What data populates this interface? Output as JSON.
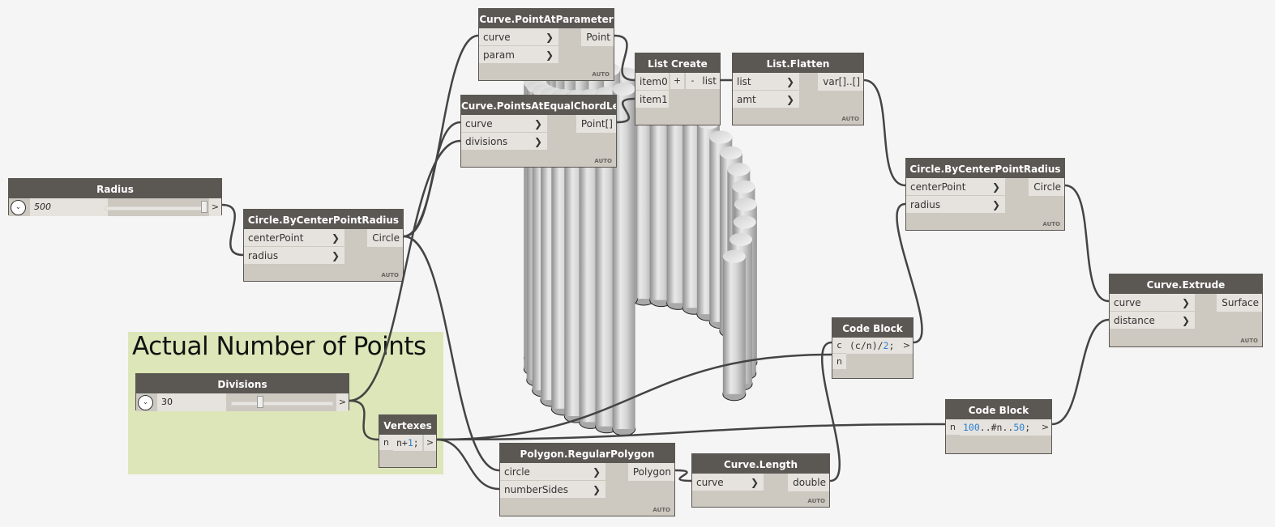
{
  "canvas": {
    "background": "#f5f5f5",
    "node_header_color": "#5b5753",
    "node_body_color": "#cdc9c1",
    "port_color": "#e6e3de",
    "wire_color": "#444444",
    "group_color": "#dde6b8",
    "code_number_color": "#2a7fd4"
  },
  "group": {
    "title": "Actual Number of Points"
  },
  "nodes": {
    "radius": {
      "title": "Radius",
      "value": "500",
      "slider_fraction": 1.0,
      "output": ">"
    },
    "circle1": {
      "title": "Circle.ByCenterPointRadius",
      "inputs": [
        "centerPoint",
        "radius"
      ],
      "output": "Circle",
      "lacing": "AUTO"
    },
    "point_at_param": {
      "title": "Curve.PointAtParameter",
      "inputs": [
        "curve",
        "param"
      ],
      "output": "Point",
      "lacing": "AUTO"
    },
    "points_chord": {
      "title": "Curve.PointsAtEqualChordLength",
      "inputs": [
        "curve",
        "divisions"
      ],
      "output": "Point[]",
      "lacing": "AUTO"
    },
    "list_create": {
      "title": "List Create",
      "inputs": [
        "item0",
        "item1"
      ],
      "add": "+",
      "remove": "-",
      "output": "list"
    },
    "list_flatten": {
      "title": "List.Flatten",
      "inputs": [
        "list",
        "amt"
      ],
      "output": "var[]..[]",
      "lacing": "AUTO"
    },
    "circle2": {
      "title": "Circle.ByCenterPointRadius",
      "inputs": [
        "centerPoint",
        "radius"
      ],
      "output": "Circle",
      "lacing": "AUTO"
    },
    "extrude": {
      "title": "Curve.Extrude",
      "inputs": [
        "curve",
        "distance"
      ],
      "output": "Surface",
      "lacing": "AUTO"
    },
    "code_radius": {
      "title": "Code Block",
      "inputs": [
        "c",
        "n"
      ],
      "code_pre": "(c/n)/",
      "code_num": "2",
      "code_post": ";",
      "output": ">"
    },
    "code_dist": {
      "title": "Code Block",
      "inputs": [
        "n"
      ],
      "code_pre": "",
      "code_num": "100",
      "code_mid": "..#n..",
      "code_num2": "50",
      "code_post": ";",
      "output": ">"
    },
    "divisions": {
      "title": "Divisions",
      "value": "30",
      "slider_fraction": 0.3,
      "output": ">"
    },
    "vertexes": {
      "title": "Vertexes",
      "inputs": [
        "n"
      ],
      "code_pre": "n+",
      "code_num": "1",
      "code_post": ";",
      "output": ">"
    },
    "polygon": {
      "title": "Polygon.RegularPolygon",
      "inputs": [
        "circle",
        "numberSides"
      ],
      "output": "Polygon",
      "lacing": "AUTO"
    },
    "curve_length": {
      "title": "Curve.Length",
      "inputs": [
        "curve"
      ],
      "output": "double",
      "lacing": "AUTO"
    }
  },
  "input_chevron": "❯",
  "geometry": {
    "description": "extruded cylinders arranged along a circle",
    "cylinder_count": 31,
    "height_range": [
      50,
      100
    ]
  }
}
